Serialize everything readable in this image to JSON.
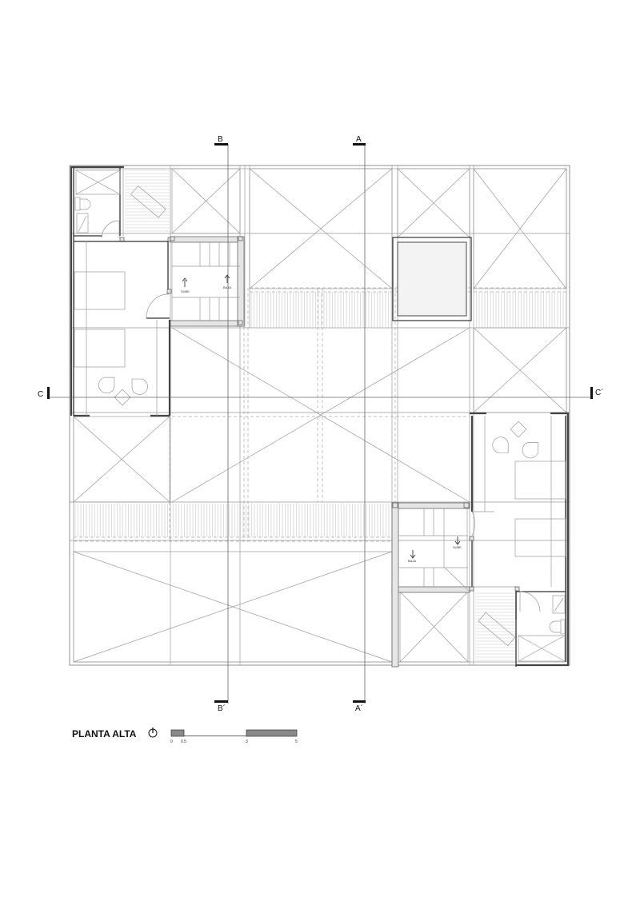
{
  "drawing": {
    "title": "PLANTA ALTA",
    "north_icon": "north-arrow-icon",
    "scale_bar": {
      "ticks": [
        "0",
        "0.5",
        "3",
        "5"
      ]
    },
    "sections": {
      "A": {
        "top": "A",
        "bottom": "A´"
      },
      "B": {
        "top": "B",
        "bottom": "B´"
      },
      "C": {
        "left": "C",
        "right": "C´"
      }
    },
    "stairs": {
      "upper_left": {
        "up": "SUBE",
        "down": "BAJA"
      },
      "lower_right": {
        "up": "SUBE",
        "down": "BAJA"
      }
    },
    "colors": {
      "line": "#9a9a9a",
      "wall": "#333333",
      "marker": "#111111"
    }
  }
}
